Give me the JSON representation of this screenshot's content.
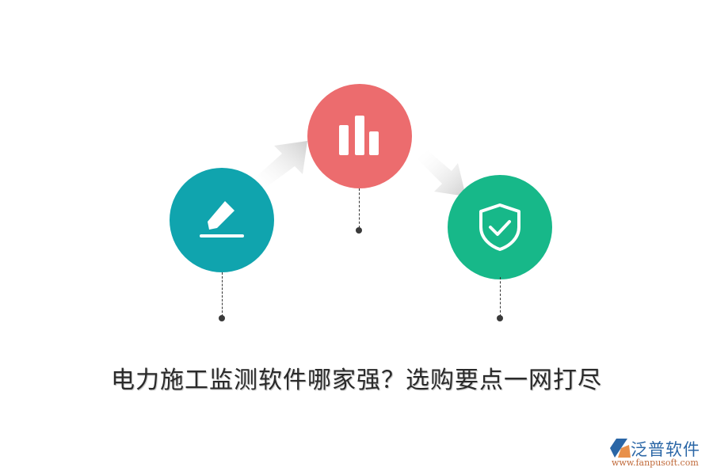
{
  "diagram": {
    "steps": [
      {
        "icon": "pencil-icon",
        "color": "#10a4ae"
      },
      {
        "icon": "bar-chart-icon",
        "color": "#ec6c6e"
      },
      {
        "icon": "shield-check-icon",
        "color": "#17b889"
      }
    ],
    "connectors": [
      "arrow-up-right",
      "arrow-down-right"
    ]
  },
  "title": "电力施工监测软件哪家强？选购要点一网打尽",
  "logo": {
    "name": "泛普软件",
    "url": "www.fanpusoft.com"
  }
}
